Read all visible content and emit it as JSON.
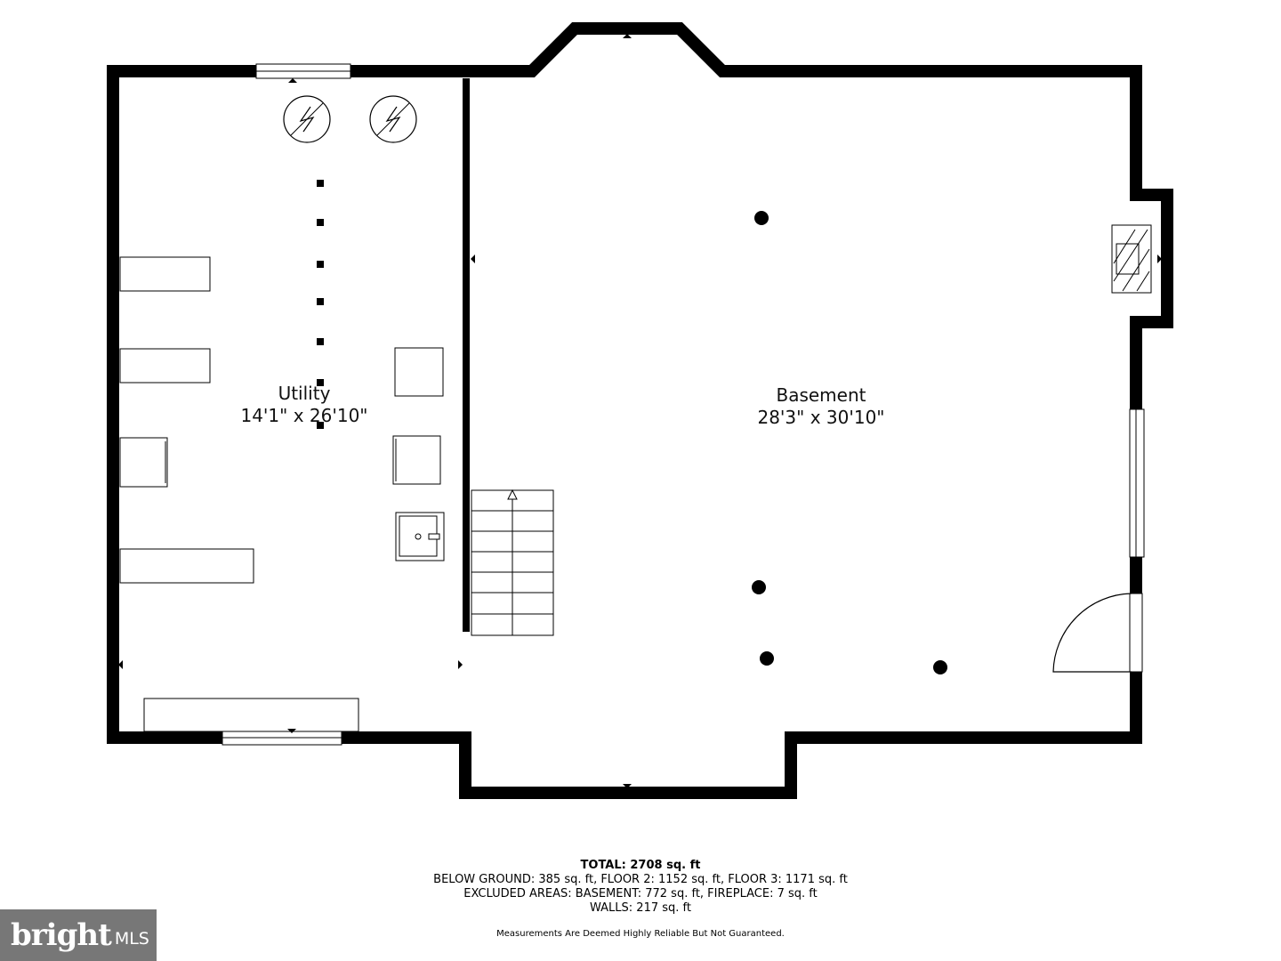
{
  "rooms": {
    "utility": {
      "name": "Utility",
      "size": "14'1\" x 26'10\""
    },
    "basement": {
      "name": "Basement",
      "size": "28'3\" x 30'10\""
    }
  },
  "summary": {
    "total": "TOTAL: 2708 sq. ft",
    "below_ground": "BELOW GROUND: 385 sq. ft, FLOOR 2: 1152 sq. ft, FLOOR 3: 1171 sq. ft",
    "excluded": "EXCLUDED AREAS: BASEMENT: 772 sq. ft, FIREPLACE: 7 sq. ft",
    "walls": "WALLS: 217 sq. ft"
  },
  "disclaimer": "Measurements Are Deemed Highly Reliable But Not Guaranteed.",
  "logo": {
    "brand": "bright",
    "suffix": "MLS"
  },
  "colors": {
    "wall": "#000000",
    "background": "#ffffff",
    "logo_bg": "#777777"
  }
}
